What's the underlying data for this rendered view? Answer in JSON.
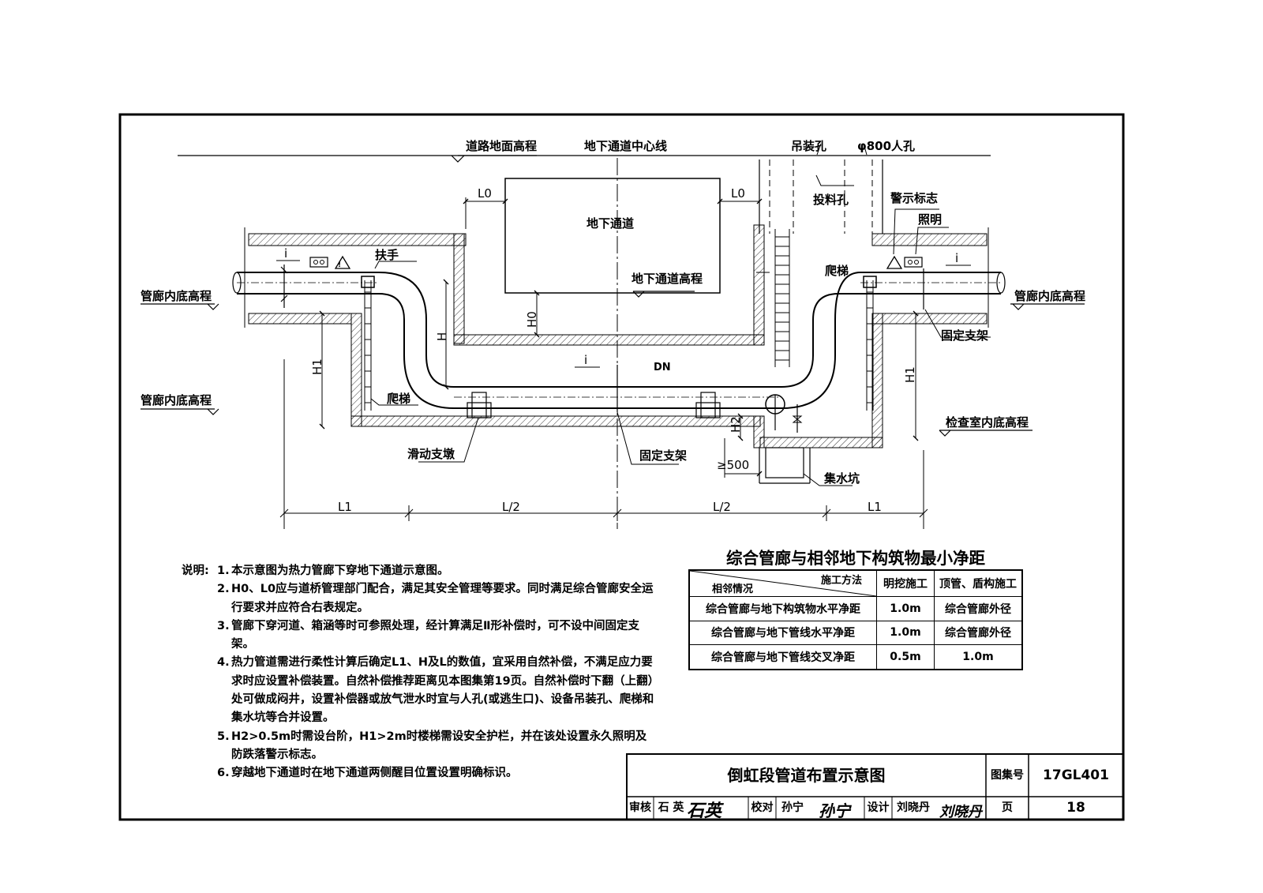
{
  "labels": {
    "road_elevation": "道路地面高程",
    "tunnel_centerline": "地下通道中心线",
    "hoisting_hole": "吊装孔",
    "manhole": "φ800人孔",
    "feeding_hole": "投料孔",
    "warning_sign": "警示标志",
    "lighting": "照明",
    "underground_passage": "地下通道",
    "passage_elevation": "地下通道高程",
    "handrail": "扶手",
    "ladder_left": "爬梯",
    "ladder_right": "爬梯",
    "corridor_floor_left_upper": "管廊内底高程",
    "corridor_floor_left_lower": "管廊内底高程",
    "corridor_floor_right": "管廊内底高程",
    "fixed_support_right": "固定支架",
    "fixed_support_bottom": "固定支架",
    "sliding_pier": "滑动支墩",
    "inspection_floor": "检查室内底高程",
    "sump": "集水坑"
  },
  "dims": {
    "L0_left": "L0",
    "L0_right": "L0",
    "H0": "H0",
    "H": "H",
    "H1_left": "H1",
    "H1_right": "H1",
    "H2": "H2",
    "min500": "≥500",
    "i_left": "i",
    "i_right": "i",
    "i_bottom": "i",
    "DN": "DN",
    "L1_left": "L1",
    "L_half_left": "L/2",
    "L_half_right": "L/2",
    "L1_right": "L1"
  },
  "notes": {
    "heading": "说明:",
    "items": [
      {
        "num": "1.",
        "text": "本示意图为热力管廊下穿地下通道示意图。"
      },
      {
        "num": "2.",
        "text": "H0、L0应与道桥管理部门配合，满足其安全管理等要求。同时满足综合管廊安全运行要求并应符合右表规定。"
      },
      {
        "num": "3.",
        "text": "管廊下穿河道、箱涵等时可参照处理，经计算满足Ⅱ形补偿时，可不设中间固定支架。"
      },
      {
        "num": "4.",
        "text": "热力管道需进行柔性计算后确定L1、H及L的数值，宜采用自然补偿，不满足应力要求时应设置补偿装置。自然补偿推荐距离见本图集第19页。自然补偿时下翻（上翻）处可做成闷井，设置补偿器或放气泄水时宜与人孔(或逃生口)、设备吊装孔、爬梯和集水坑等合并设置。"
      },
      {
        "num": "5.",
        "text": "H2>0.5m时需设台阶，H1>2m时楼梯需设安全护栏，并在该处设置永久照明及防跌落警示标志。"
      },
      {
        "num": "6.",
        "text": "穿越地下通道时在地下通道两侧醒目位置设置明确标识。"
      }
    ]
  },
  "clearance_table": {
    "title": "综合管廊与相邻地下构筑物最小净距",
    "header_top": "施工方法",
    "header_bottom": "相邻情况",
    "col1": "明挖施工",
    "col2": "顶管、盾构施工",
    "rows": [
      {
        "situation": "综合管廊与地下构筑物水平净距",
        "open_cut": "1.0m",
        "jacking": "综合管廊外径"
      },
      {
        "situation": "综合管廊与地下管线水平净距",
        "open_cut": "1.0m",
        "jacking": "综合管廊外径"
      },
      {
        "situation": "综合管廊与地下管线交叉净距",
        "open_cut": "0.5m",
        "jacking": "1.0m"
      }
    ]
  },
  "title_block": {
    "title": "倒虹段管道布置示意图",
    "atlas_label": "图集号",
    "atlas_no": "17GL401",
    "review_label": "审核",
    "reviewer": "石 英",
    "check_label": "校对",
    "checker": "孙宁",
    "design_label": "设计",
    "designer": "刘晓丹",
    "page_label": "页",
    "page_no": "18",
    "sig_reviewer": "石英",
    "sig_checker": "孙宁",
    "sig_designer": "刘晓丹"
  },
  "icons": [
    "lamp-icon",
    "warning-triangle-icon"
  ]
}
